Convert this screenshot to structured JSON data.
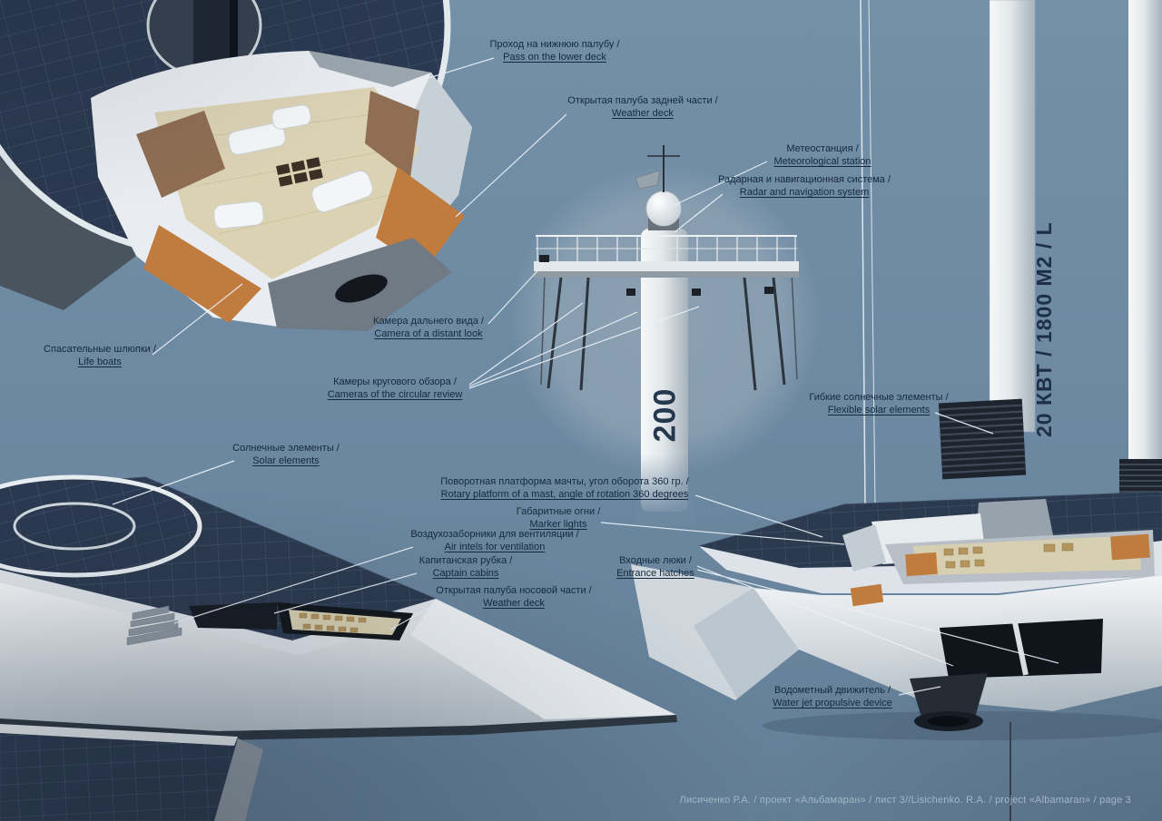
{
  "page": {
    "background": "#6d89a2",
    "footer": "Лисиченко Р.А. / проект «Альбамаран» / лист 3//Lisichenko. R.A. / project «Albamaran» / page 3"
  },
  "colors": {
    "label_text": "#15293d",
    "leader_line": "#eaf1f7",
    "solar_panel": "#2c3a50",
    "hull": "#e9edf1",
    "accent_orange": "#c07c3e",
    "backdrop": "#6d89a2"
  },
  "mast": {
    "vertical_text": "20 КВТ / 1800 М2 / L"
  },
  "tower": {
    "marking": "200"
  },
  "labels": [
    {
      "id": "pass-lower-deck",
      "ru": "Проход на нижнюю палубу /",
      "en": "Pass on the lower deck"
    },
    {
      "id": "weather-deck-rear",
      "ru": "Открытая палуба задней части /",
      "en": "Weather deck"
    },
    {
      "id": "meteorological-station",
      "ru": "Метеостанция /",
      "en": "Meteorological station"
    },
    {
      "id": "radar-navigation",
      "ru": "Радарная и навигационная система /",
      "en": "Radar and navigation system"
    },
    {
      "id": "camera-distant-look",
      "ru": "Камера дальнего вида /",
      "en": "Camera of a distant look"
    },
    {
      "id": "life-boats",
      "ru": "Спасательные шлюпки /",
      "en": "Life boats"
    },
    {
      "id": "cameras-circular",
      "ru": "Камеры кругового обзора /",
      "en": "Cameras of the circular review"
    },
    {
      "id": "flexible-solar",
      "ru": "Гибкие солнечные элементы /",
      "en": "Flexible solar elements"
    },
    {
      "id": "solar-elements",
      "ru": "Солнечные элементы /",
      "en": "Solar elements"
    },
    {
      "id": "rotary-platform",
      "ru": "Поворотная платформа мачты, угол оборота 360 гр. /",
      "en": "Rotary platform of a mast, angle of rotation 360 degrees"
    },
    {
      "id": "marker-lights",
      "ru": "Габаритные огни /",
      "en": "Marker lights"
    },
    {
      "id": "air-intels",
      "ru": "Воздухозаборники для вентиляции /",
      "en": "Air intels for ventilation"
    },
    {
      "id": "captain-cabins",
      "ru": "Капитанская рубка /",
      "en": "Captain cabins"
    },
    {
      "id": "entrance-hatches",
      "ru": "Входные люки /",
      "en": "Entrance hatches"
    },
    {
      "id": "weather-deck-bow",
      "ru": "Открытая палуба носовой части /",
      "en": "Weather deck"
    },
    {
      "id": "water-jet",
      "ru": "Водометный движитель /",
      "en": "Water jet propulsive device"
    }
  ]
}
